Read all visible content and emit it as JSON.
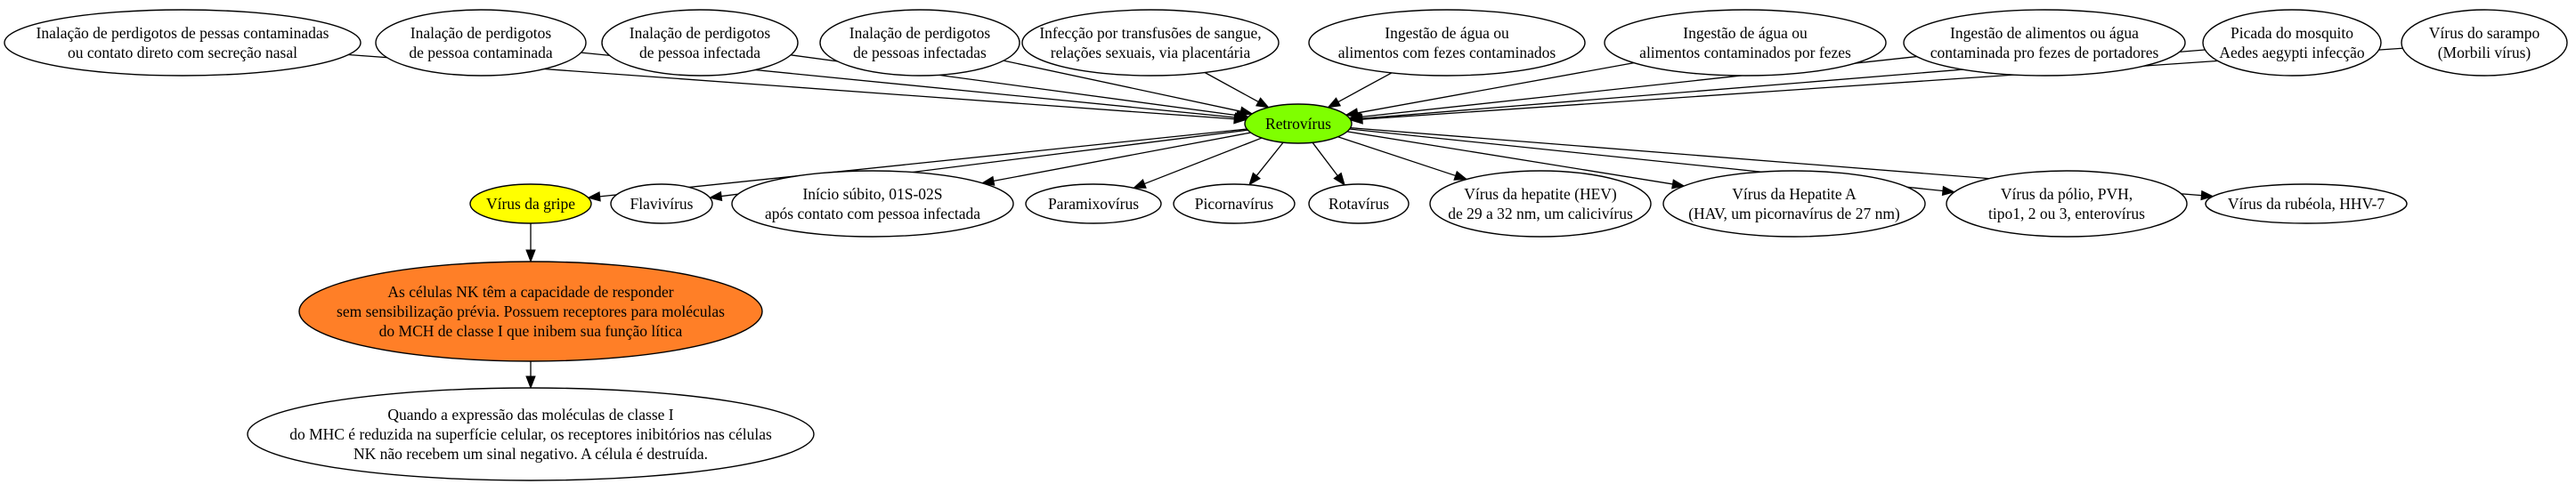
{
  "diagram": {
    "nodes": [
      {
        "id": "n_src1",
        "lines": [
          "Inalação de perdigotos de pessas contaminadas",
          "ou contato direto com secreção nasal"
        ],
        "fill": "#ffffff"
      },
      {
        "id": "n_src2",
        "lines": [
          "Inalação de perdigotos",
          "de pessoa contaminada"
        ],
        "fill": "#ffffff"
      },
      {
        "id": "n_src3",
        "lines": [
          "Inalação de perdigotos",
          "de pessoa infectada"
        ],
        "fill": "#ffffff"
      },
      {
        "id": "n_src4",
        "lines": [
          "Inalação de perdigotos",
          "de pessoas infectadas"
        ],
        "fill": "#ffffff"
      },
      {
        "id": "n_src5",
        "lines": [
          "Infecção por transfusões de sangue,",
          "relações sexuais, via placentária"
        ],
        "fill": "#ffffff"
      },
      {
        "id": "n_src6",
        "lines": [
          "Ingestão de água ou",
          "alimentos com fezes contaminados"
        ],
        "fill": "#ffffff"
      },
      {
        "id": "n_src7",
        "lines": [
          "Ingestão de água ou",
          "alimentos contaminados por fezes"
        ],
        "fill": "#ffffff"
      },
      {
        "id": "n_src8",
        "lines": [
          "Ingestão de alimentos ou água",
          "contaminada pro fezes de portadores"
        ],
        "fill": "#ffffff"
      },
      {
        "id": "n_src9",
        "lines": [
          "Picada do mosquito",
          "Aedes aegypti infecção"
        ],
        "fill": "#ffffff"
      },
      {
        "id": "n_src10",
        "lines": [
          "Vírus do sarampo",
          "(Morbili vírus)"
        ],
        "fill": "#ffffff"
      },
      {
        "id": "n_hub",
        "lines": [
          "Retrovírus"
        ],
        "fill": "#7fff00"
      },
      {
        "id": "n_gripe",
        "lines": [
          "Vírus da gripe"
        ],
        "fill": "#ffff00"
      },
      {
        "id": "n_flavi",
        "lines": [
          "Flavivírus"
        ],
        "fill": "#ffffff"
      },
      {
        "id": "n_inicio",
        "lines": [
          "Início súbito, 01S-02S",
          "após contato com pessoa infectada"
        ],
        "fill": "#ffffff"
      },
      {
        "id": "n_paramix",
        "lines": [
          "Paramixovírus"
        ],
        "fill": "#ffffff"
      },
      {
        "id": "n_picorna",
        "lines": [
          "Picornavírus"
        ],
        "fill": "#ffffff"
      },
      {
        "id": "n_rota",
        "lines": [
          "Rotavírus"
        ],
        "fill": "#ffffff"
      },
      {
        "id": "n_hev",
        "lines": [
          "Vírus da hepatite (HEV)",
          "de 29 a 32 nm, um calicivírus"
        ],
        "fill": "#ffffff"
      },
      {
        "id": "n_hav",
        "lines": [
          "Vírus da Hepatite A",
          "(HAV, um picornavírus de 27 nm)"
        ],
        "fill": "#ffffff"
      },
      {
        "id": "n_polio",
        "lines": [
          "Vírus da pólio, PVH,",
          "tipo1, 2 ou 3, enterovírus"
        ],
        "fill": "#ffffff"
      },
      {
        "id": "n_rubeola",
        "lines": [
          "Vírus da rubéola, HHV-7"
        ],
        "fill": "#ffffff"
      },
      {
        "id": "n_nk",
        "lines": [
          "As células NK têm a capacidade de responder",
          "sem sensibilização prévia. Possuem receptores para moléculas",
          "do MCH de classe I que inibem sua função lítica"
        ],
        "fill": "#ff7f27"
      },
      {
        "id": "n_mhc",
        "lines": [
          "Quando a expressão das moléculas de classe I",
          "do MHC é reduzida na superfície celular, os receptores inibitórios nas células",
          "NK não recebem um sinal negativo. A célula é destruída."
        ],
        "fill": "#ffffff"
      }
    ],
    "edges": [
      [
        "n_src1",
        "n_hub"
      ],
      [
        "n_src2",
        "n_hub"
      ],
      [
        "n_src3",
        "n_hub"
      ],
      [
        "n_src4",
        "n_hub"
      ],
      [
        "n_src5",
        "n_hub"
      ],
      [
        "n_src6",
        "n_hub"
      ],
      [
        "n_src7",
        "n_hub"
      ],
      [
        "n_src8",
        "n_hub"
      ],
      [
        "n_src9",
        "n_hub"
      ],
      [
        "n_src10",
        "n_hub"
      ],
      [
        "n_hub",
        "n_gripe"
      ],
      [
        "n_hub",
        "n_flavi"
      ],
      [
        "n_hub",
        "n_inicio"
      ],
      [
        "n_hub",
        "n_paramix"
      ],
      [
        "n_hub",
        "n_picorna"
      ],
      [
        "n_hub",
        "n_rota"
      ],
      [
        "n_hub",
        "n_hev"
      ],
      [
        "n_hub",
        "n_hav"
      ],
      [
        "n_hub",
        "n_polio"
      ],
      [
        "n_hub",
        "n_rubeola"
      ],
      [
        "n_gripe",
        "n_nk"
      ],
      [
        "n_nk",
        "n_mhc"
      ]
    ]
  }
}
